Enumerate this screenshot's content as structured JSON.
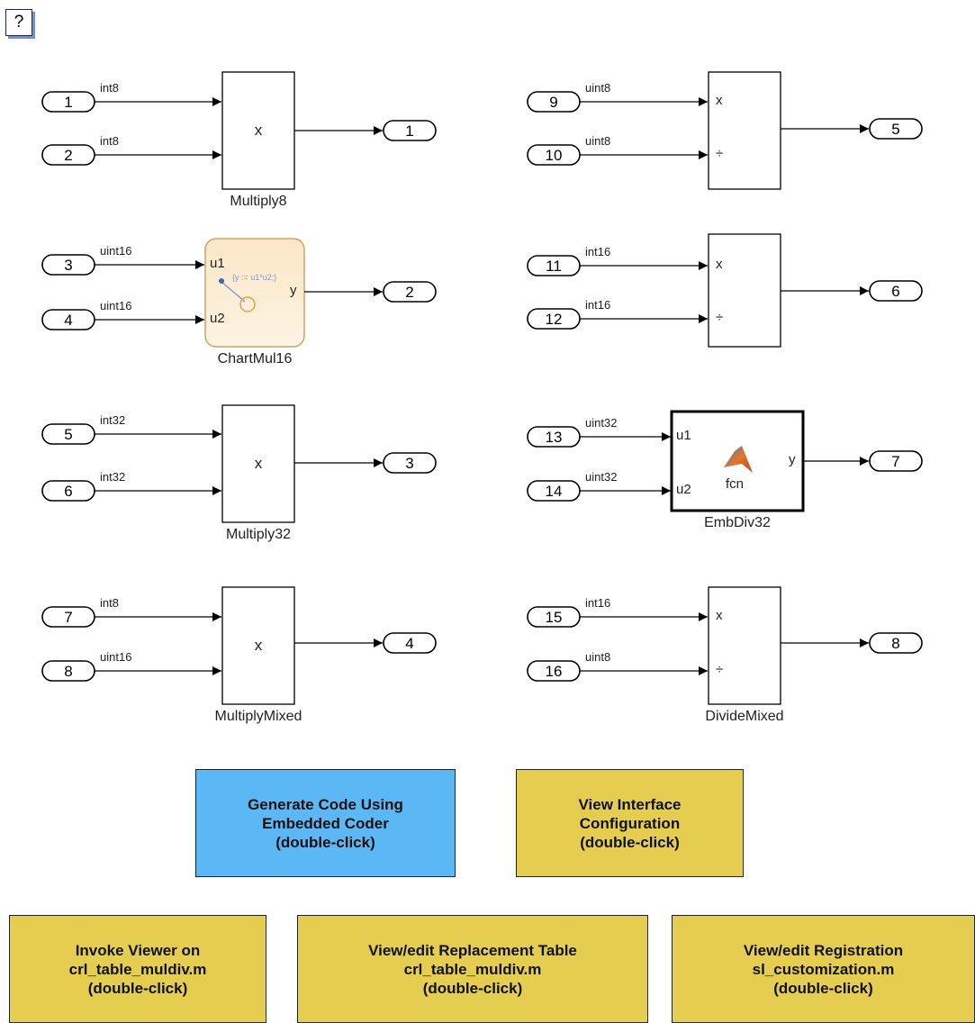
{
  "help": {
    "label": "?"
  },
  "blocks": [
    {
      "id": "Multiply8",
      "name": "Multiply8",
      "kind": "product",
      "inputs": [
        "x",
        "x"
      ],
      "in_ports": [
        "1",
        "2"
      ],
      "in_types": [
        "int8",
        "int8"
      ],
      "out_port": "1"
    },
    {
      "id": "ChartMul16",
      "name": "ChartMul16",
      "kind": "chart",
      "in_labels": [
        "u1",
        "u2"
      ],
      "out_label": "y",
      "expr": "{y := u1*u2;}",
      "in_ports": [
        "3",
        "4"
      ],
      "in_types": [
        "uint16",
        "uint16"
      ],
      "out_port": "2"
    },
    {
      "id": "Multiply32",
      "name": "Multiply32",
      "kind": "product",
      "inputs": [
        "x",
        "x"
      ],
      "in_ports": [
        "5",
        "6"
      ],
      "in_types": [
        "int32",
        "int32"
      ],
      "out_port": "3"
    },
    {
      "id": "MultiplyMixed",
      "name": "MultiplyMixed",
      "kind": "product",
      "inputs": [
        "x",
        "x"
      ],
      "in_ports": [
        "7",
        "8"
      ],
      "in_types": [
        "int8",
        "uint16"
      ],
      "out_port": "4"
    },
    {
      "id": "Divide8",
      "name": "",
      "kind": "divide",
      "in_labels": [
        "x",
        "÷"
      ],
      "in_ports": [
        "9",
        "10"
      ],
      "in_types": [
        "uint8",
        "uint8"
      ],
      "out_port": "5"
    },
    {
      "id": "Divide16",
      "name": "",
      "kind": "divide",
      "in_labels": [
        "x",
        "÷"
      ],
      "in_ports": [
        "11",
        "12"
      ],
      "in_types": [
        "int16",
        "int16"
      ],
      "out_port": "6"
    },
    {
      "id": "EmbDiv32",
      "name": "EmbDiv32",
      "kind": "fcn",
      "in_labels": [
        "u1",
        "u2"
      ],
      "out_label": "y",
      "fcn_label": "fcn",
      "in_ports": [
        "13",
        "14"
      ],
      "in_types": [
        "uint32",
        "uint32"
      ],
      "out_port": "7"
    },
    {
      "id": "DivideMixed",
      "name": "DivideMixed",
      "kind": "divide",
      "in_labels": [
        "x",
        "÷"
      ],
      "in_ports": [
        "15",
        "16"
      ],
      "in_types": [
        "int16",
        "uint8"
      ],
      "out_port": "8"
    }
  ],
  "buttons": [
    {
      "id": "generate-code",
      "label": "Generate Code Using\nEmbedded Coder\n(double-click)",
      "color": "#5bb8f5"
    },
    {
      "id": "view-interface",
      "label": "View Interface\nConfiguration\n(double-click)",
      "color": "#e4cd4f"
    },
    {
      "id": "invoke-viewer",
      "label": "Invoke Viewer on\ncrl_table_muldiv.m\n(double-click)",
      "color": "#e4cd4f"
    },
    {
      "id": "view-edit-table",
      "label": "View/edit Replacement Table\ncrl_table_muldiv.m\n(double-click)",
      "color": "#e4cd4f"
    },
    {
      "id": "view-edit-registration",
      "label": "View/edit Registration\nsl_customization.m\n(double-click)",
      "color": "#e4cd4f"
    }
  ]
}
